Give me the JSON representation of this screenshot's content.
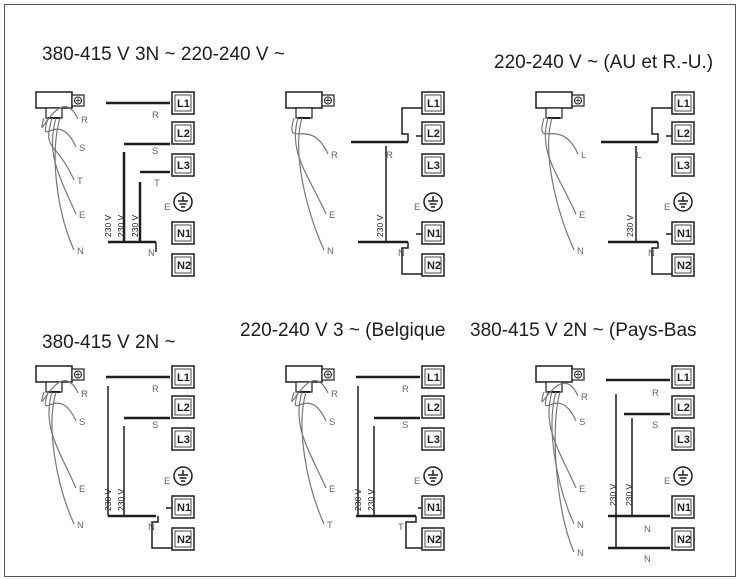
{
  "titles": {
    "t1": "380-415 V 3N ~ 220-240 V ~",
    "t2": "220-240 V ~ (AU et R.-U.)",
    "t3": "380-415 V 2N ~",
    "t4": "220-240 V 3 ~ (Belgique",
    "t5": "380-415 V 2N ~ (Pays-Bas"
  },
  "terminals": {
    "l1": "L1",
    "l2": "L2",
    "l3": "L3",
    "n1": "N1",
    "n2": "N2"
  },
  "wire_labels": {
    "r": "R",
    "s": "S",
    "t": "T",
    "e": "E",
    "n": "N",
    "l": "L"
  },
  "voltage": "230 V",
  "colors": {
    "line": "#1e1e1e",
    "wire": "#777777",
    "frame": "#555555"
  }
}
